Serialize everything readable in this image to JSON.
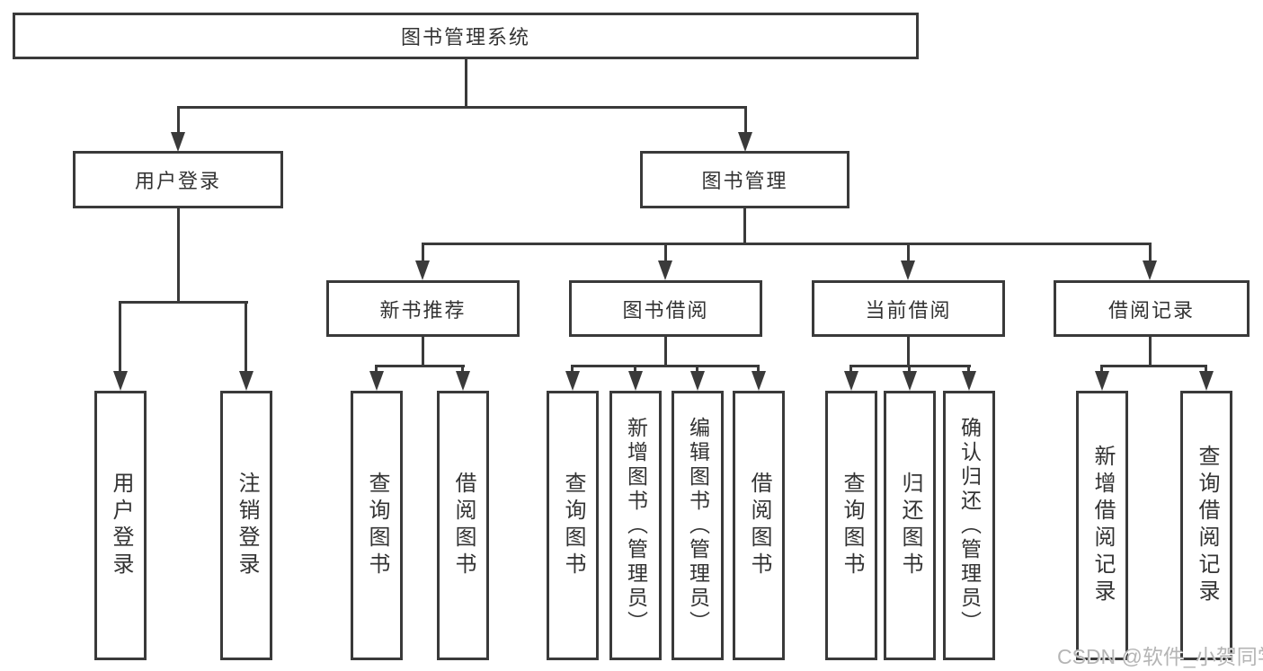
{
  "colors": {
    "line": "#3a3a3a",
    "text": "#333333",
    "watermark": "#b5b5b5",
    "background": "#ffffff"
  },
  "watermark": {
    "text": "CSDN @软件_小贺同学"
  },
  "diagram": {
    "root": {
      "label": "图书管理系统"
    },
    "level2": [
      {
        "label": "用户登录"
      },
      {
        "label": "图书管理"
      }
    ],
    "level3": [
      {
        "label": "新书推荐"
      },
      {
        "label": "图书借阅"
      },
      {
        "label": "当前借阅"
      },
      {
        "label": "借阅记录"
      }
    ],
    "leaves": {
      "user_login": [
        "用户登录",
        "注销登录"
      ],
      "new_book_recommend": [
        "查询图书",
        "借阅图书"
      ],
      "book_borrow": [
        "查询图书",
        "新增图书（管理员）",
        "编辑图书（管理员）",
        "借阅图书"
      ],
      "current_borrow": [
        "查询图书",
        "归还图书",
        "确认归还（管理员）"
      ],
      "borrow_records": [
        "新增借阅记录",
        "查询借阅记录"
      ]
    }
  }
}
